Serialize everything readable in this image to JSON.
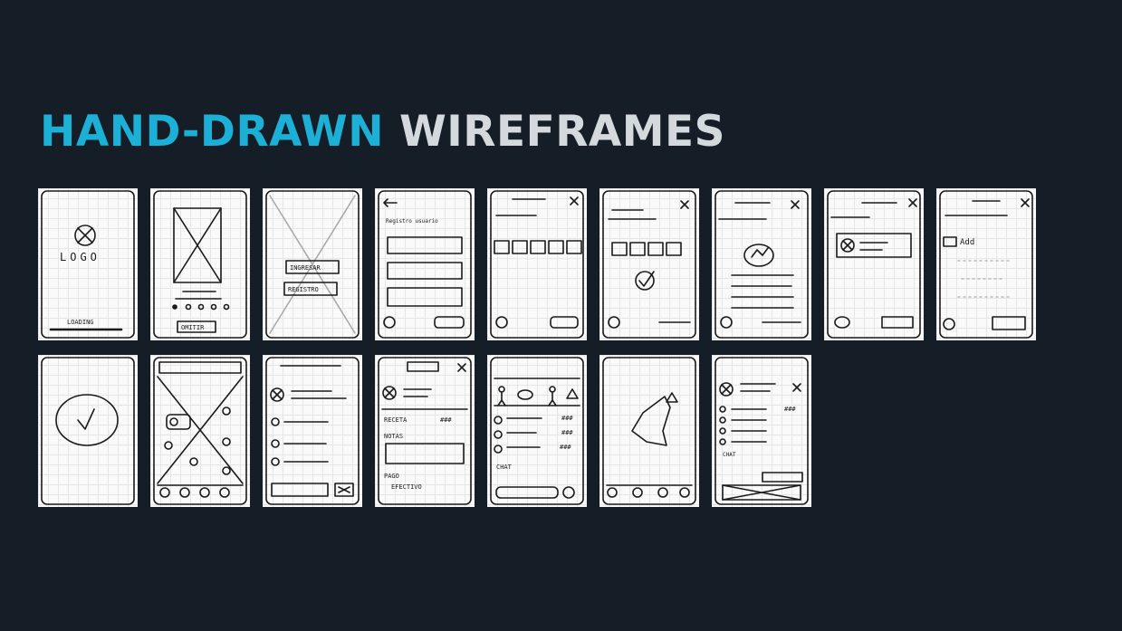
{
  "title": {
    "accent": "HAND-DRAWN",
    "rest": "WIREFRAMES"
  },
  "sketch_labels": {
    "logo": "LOGO",
    "loading": "LOADING",
    "omitir": "OMITIR",
    "ingresar": "INGRESAR",
    "registro": "REGISTRO",
    "registro_usuario": "Registro usuario",
    "add": "Add",
    "receta": "RECETA",
    "notas": "NOTAS",
    "pago": "PAGO",
    "efectivo": "EFECTIVO",
    "chat": "CHAT",
    "hash": "###"
  }
}
